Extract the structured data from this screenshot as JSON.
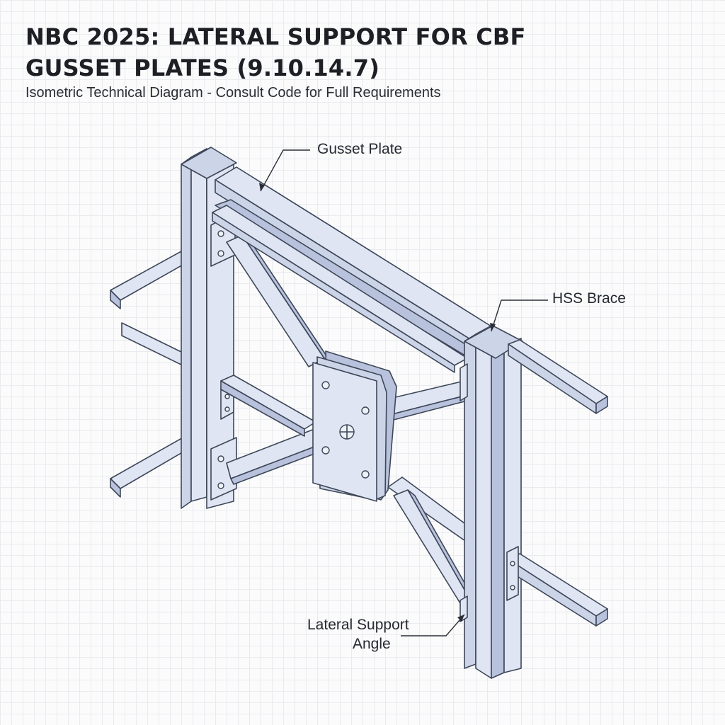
{
  "header": {
    "title_line1": "NBC 2025: LATERAL SUPPORT FOR CBF",
    "title_line2": "GUSSET PLATES (9.10.14.7)",
    "subtitle": "Isometric Technical Diagram - Consult Code for Full Requirements"
  },
  "callouts": {
    "gusset_plate": "Gusset Plate",
    "hss_brace": "HSS Brace",
    "lateral_support_line1": "Lateral Support",
    "lateral_support_line2": "Angle"
  },
  "colors": {
    "steel_light": "#dfe5f3",
    "steel_mid": "#ccd4e8",
    "steel_dark": "#b8c2dc",
    "outline": "#3e4758"
  }
}
